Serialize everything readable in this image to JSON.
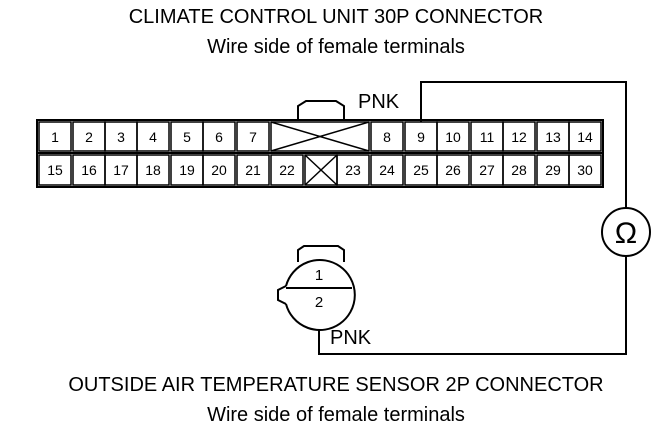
{
  "ccu_connector": {
    "title": "CLIMATE CONTROL UNIT 30P CONNECTOR",
    "subtitle": "Wire side of female terminals",
    "top_row_pins": [
      "1",
      "2",
      "3",
      "4",
      "5",
      "6",
      "7",
      "",
      "8",
      "9",
      "10",
      "11",
      "12",
      "13",
      "14"
    ],
    "bottom_row_pins": [
      "15",
      "16",
      "17",
      "18",
      "19",
      "20",
      "21",
      "22",
      "",
      "23",
      "24",
      "25",
      "26",
      "27",
      "28",
      "29",
      "30"
    ]
  },
  "sensor_connector": {
    "title": "OUTSIDE AIR TEMPERATURE SENSOR 2P CONNECTOR",
    "subtitle": "Wire side of female terminals",
    "pins": [
      "1",
      "2"
    ]
  },
  "wire_labels": {
    "ccu_wire": "PNK",
    "sensor_wire": "PNK"
  },
  "ohmmeter": {
    "symbol": "Ω",
    "icon": "ohmmeter-icon"
  }
}
